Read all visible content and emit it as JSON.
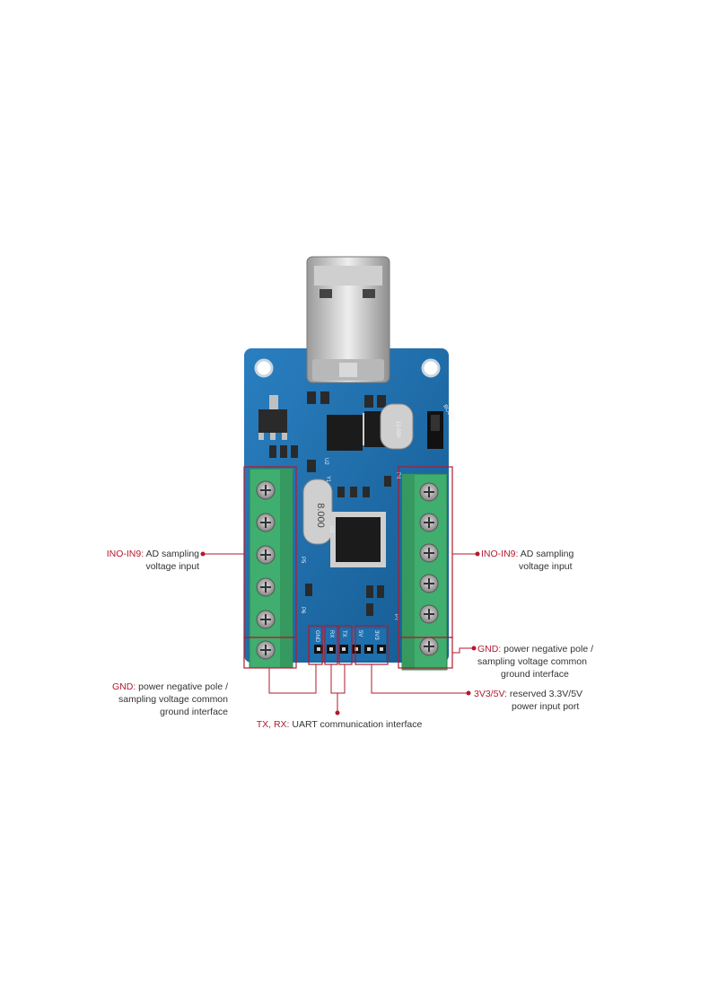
{
  "callouts": {
    "adc_left": {
      "label": "INO-IN9:",
      "text1": "AD sampling",
      "text2": "voltage input"
    },
    "adc_right": {
      "label": "INO-IN9:",
      "text1": "AD sampling",
      "text2": "voltage input"
    },
    "gnd_right": {
      "label": "GND:",
      "text1": "power negative pole /",
      "text2": "sampling voltage common",
      "text3": "ground interface"
    },
    "gnd_left": {
      "label": "GND:",
      "text1": "power negative pole /",
      "text2": "sampling voltage common",
      "text3": "ground interface"
    },
    "uart": {
      "label": "TX, RX:",
      "text1": "UART communication interface"
    },
    "power": {
      "label": "3V3/5V:",
      "text1": "reserved 3.3V/5V",
      "text2": "power input port"
    }
  },
  "board": {
    "crystal_left": "8.000",
    "crystal_right": "12.000",
    "pin_gnd": "GND",
    "pin_rx": "RX",
    "pin_tx": "TX",
    "pin_5v": "5V",
    "pin_3v3": "3V3",
    "boot_label": "BOOT0",
    "p5": "P5",
    "p6": "P6",
    "p4": "P4",
    "p7": "P7",
    "u1": "U1",
    "u2": "U2",
    "y1": "Y1"
  },
  "colors": {
    "pcb": "#1e6fae",
    "terminal": "#3fae6e",
    "callout_red": "#b21a2e",
    "callout_text": "#333333"
  }
}
